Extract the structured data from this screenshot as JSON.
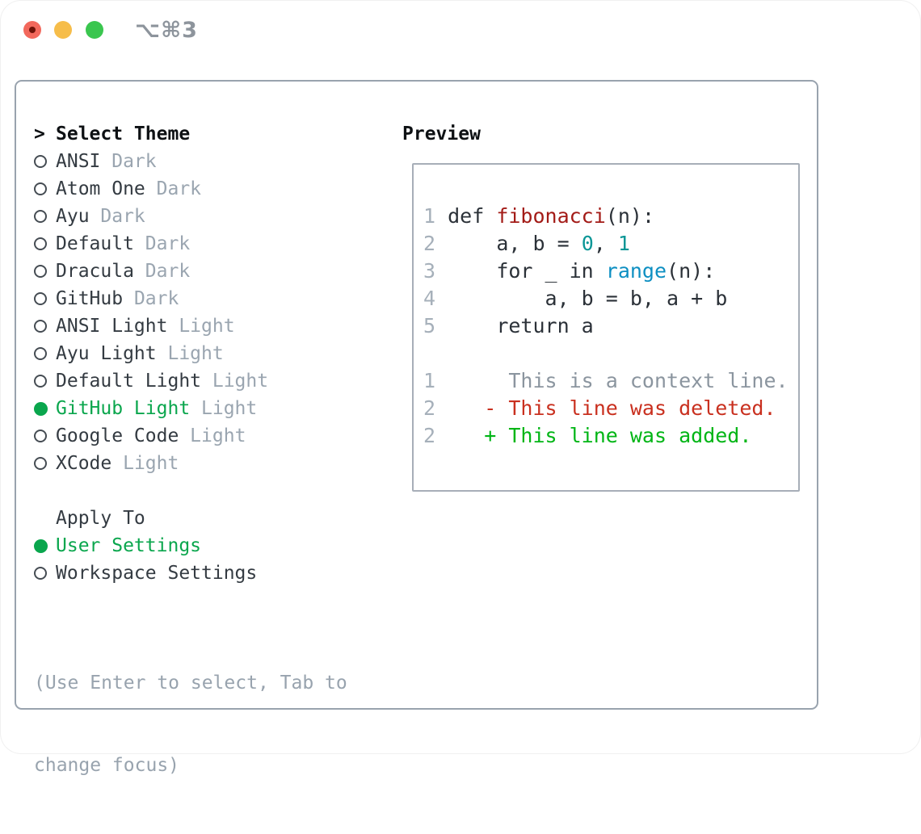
{
  "window": {
    "titlebar_shortcut": "⌥⌘3"
  },
  "colors": {
    "traffic_red": "#f2685c",
    "traffic_red_dot": "#6e1208",
    "traffic_yellow": "#f6bd4a",
    "traffic_green": "#3ac64f",
    "titlebar_gray": "#8d949c",
    "panel_border": "#99a3ae",
    "box_border": "#a7aeb8",
    "header_black": "#0e1114",
    "text_dark": "#343b42",
    "muted": "#9aa5b0",
    "hint_gray": "#98a3ae",
    "accent_green": "#0aa64d",
    "lineno": "#a6b0ba",
    "code_dark": "#2b3138",
    "func_red": "#a31b17",
    "num_teal": "#0a9696",
    "builtin_blue": "#0d8fc2",
    "context_gray": "#8b959f",
    "removed_red": "#c9301f",
    "added_green": "#00b515"
  },
  "theme_picker": {
    "header": {
      "prompt": ">",
      "label": "Select Theme"
    },
    "themes": [
      {
        "name": "ANSI",
        "variant": "Dark",
        "selected": false
      },
      {
        "name": "Atom One",
        "variant": "Dark",
        "selected": false
      },
      {
        "name": "Ayu",
        "variant": "Dark",
        "selected": false
      },
      {
        "name": "Default",
        "variant": "Dark",
        "selected": false
      },
      {
        "name": "Dracula",
        "variant": "Dark",
        "selected": false
      },
      {
        "name": "GitHub",
        "variant": "Dark",
        "selected": false
      },
      {
        "name": "ANSI Light",
        "variant": "Light",
        "selected": false
      },
      {
        "name": "Ayu Light",
        "variant": "Light",
        "selected": false
      },
      {
        "name": "Default Light",
        "variant": "Light",
        "selected": false
      },
      {
        "name": "GitHub Light",
        "variant": "Light",
        "selected": true
      },
      {
        "name": "Google Code",
        "variant": "Light",
        "selected": false
      },
      {
        "name": "XCode",
        "variant": "Light",
        "selected": false
      }
    ],
    "apply_to": {
      "label": "Apply To",
      "options": [
        {
          "name": "User Settings",
          "selected": true
        },
        {
          "name": "Workspace Settings",
          "selected": false
        }
      ]
    },
    "hint_lines": [
      "(Use Enter to select, Tab to",
      "change focus)"
    ]
  },
  "preview": {
    "label": "Preview",
    "lines": [
      [
        {
          "t": "1",
          "c": "ln"
        },
        {
          "t": " def ",
          "c": "code"
        },
        {
          "t": "fibonacci",
          "c": "fn"
        },
        {
          "t": "(n):",
          "c": "code"
        }
      ],
      [
        {
          "t": "2",
          "c": "ln"
        },
        {
          "t": "     a, b = ",
          "c": "code"
        },
        {
          "t": "0",
          "c": "num"
        },
        {
          "t": ", ",
          "c": "code"
        },
        {
          "t": "1",
          "c": "num"
        }
      ],
      [
        {
          "t": "3",
          "c": "ln"
        },
        {
          "t": "     for _ in ",
          "c": "code"
        },
        {
          "t": "range",
          "c": "builtin"
        },
        {
          "t": "(n):",
          "c": "code"
        }
      ],
      [
        {
          "t": "4",
          "c": "ln"
        },
        {
          "t": "         a, b = b, a + b",
          "c": "code"
        }
      ],
      [
        {
          "t": "5",
          "c": "ln"
        },
        {
          "t": "     return a",
          "c": "code"
        }
      ],
      [],
      [
        {
          "t": "1",
          "c": "ln"
        },
        {
          "t": "      This is a context line.",
          "c": "ctx"
        }
      ],
      [
        {
          "t": "2",
          "c": "ln"
        },
        {
          "t": "    - This line was deleted.",
          "c": "del"
        }
      ],
      [
        {
          "t": "2",
          "c": "ln"
        },
        {
          "t": "    + This line was added.",
          "c": "add"
        }
      ]
    ]
  }
}
